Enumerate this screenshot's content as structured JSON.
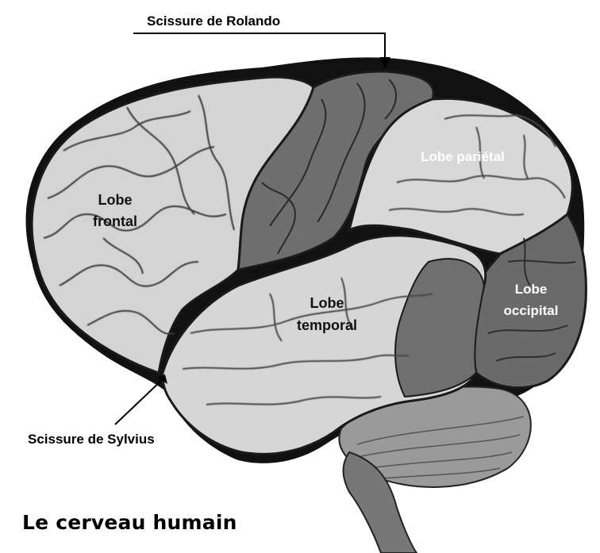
{
  "annotations": {
    "rolando": "Scissure de Rolando",
    "sylvius": "Scissure de Sylvius"
  },
  "lobes": {
    "frontal_line1": "Lobe",
    "frontal_line2": "frontal",
    "parietal": "Lobe pariétal",
    "temporal_line1": "Lobe",
    "temporal_line2": "temporal",
    "occipital_line1": "Lobe",
    "occipital_line2": "occipital"
  },
  "caption": "Le cerveau humain",
  "colors": {
    "light_lobe": "#d9d9d9",
    "dark_lobe": "#6f6f6f",
    "sulcus": "#111111",
    "background": "#ffffff"
  }
}
